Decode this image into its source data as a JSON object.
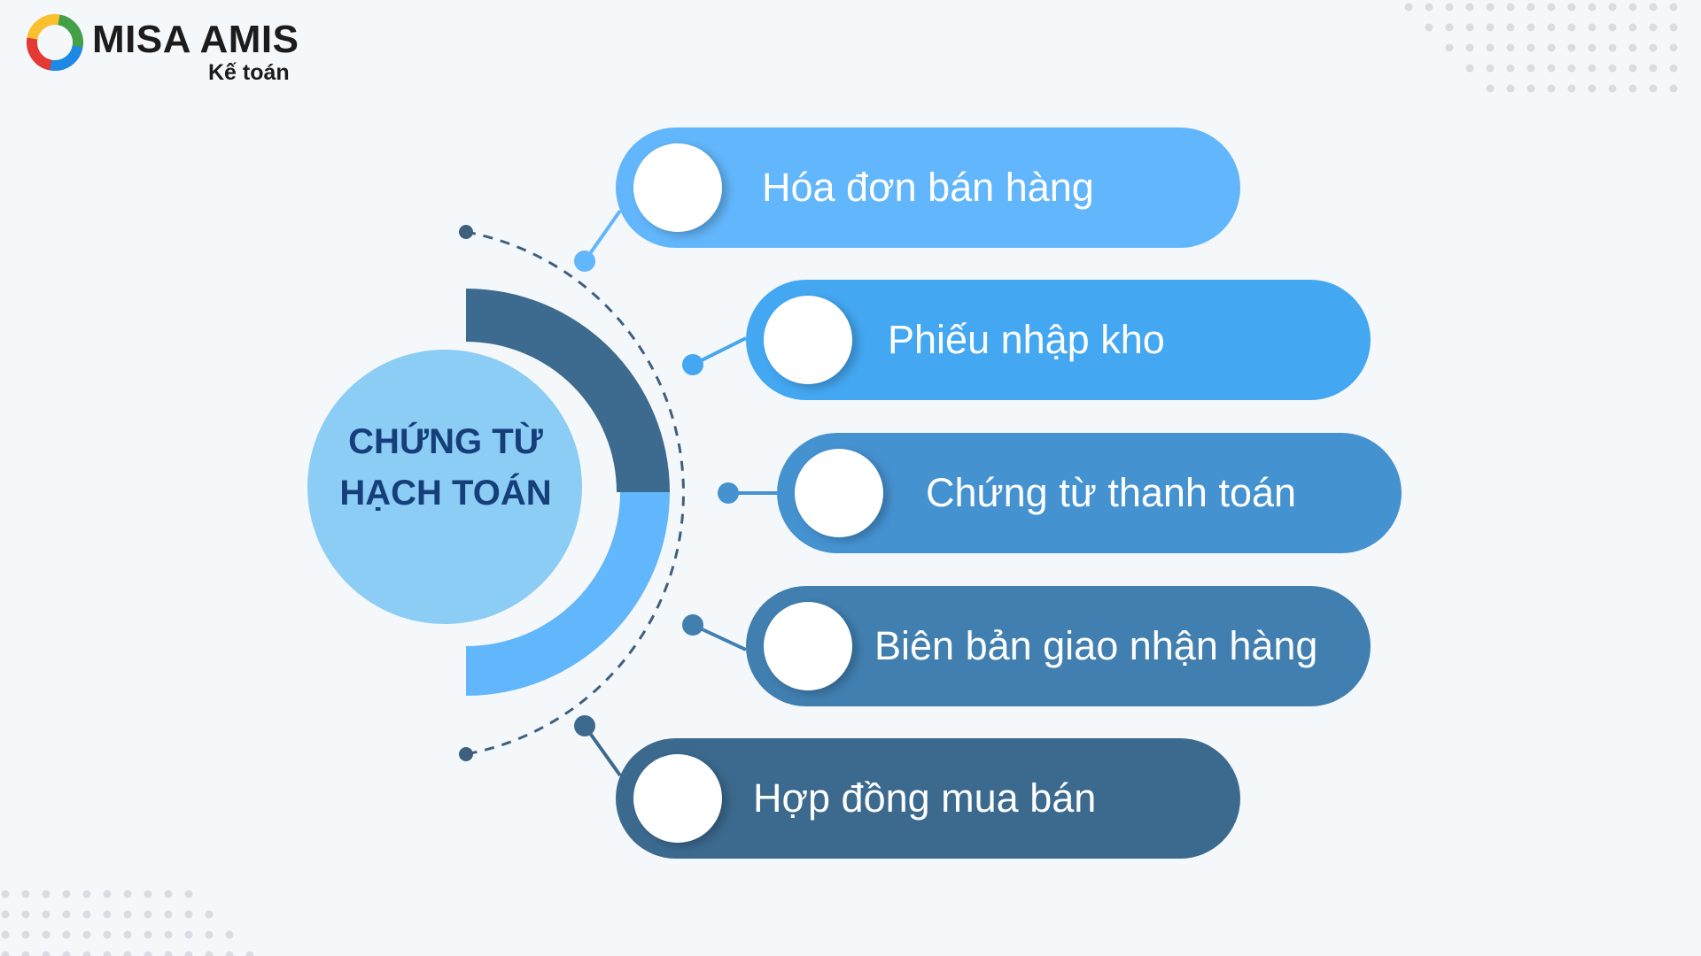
{
  "logo": {
    "brand": "MISA AMIS",
    "subtitle": "Kế toán"
  },
  "center": {
    "line1": "CHỨNG TỪ",
    "line2": "HẠCH TOÁN"
  },
  "items": [
    {
      "label": "Hóa đơn bán hàng",
      "color": "#62b6fb"
    },
    {
      "label": "Phiếu nhập kho",
      "color": "#44a7f1"
    },
    {
      "label": "Chứng từ thanh toán",
      "color": "#4592d1"
    },
    {
      "label": "Biên bản giao nhận hàng",
      "color": "#417fb1"
    },
    {
      "label": "Hợp đồng mua bán",
      "color": "#3c6a8f"
    }
  ],
  "colors": {
    "center_circle": "#8ccdf6",
    "arc_dark": "#3d6a8f",
    "arc_light": "#62b6fb",
    "title_text": "#163f7a",
    "background": "#f5f8fb"
  }
}
